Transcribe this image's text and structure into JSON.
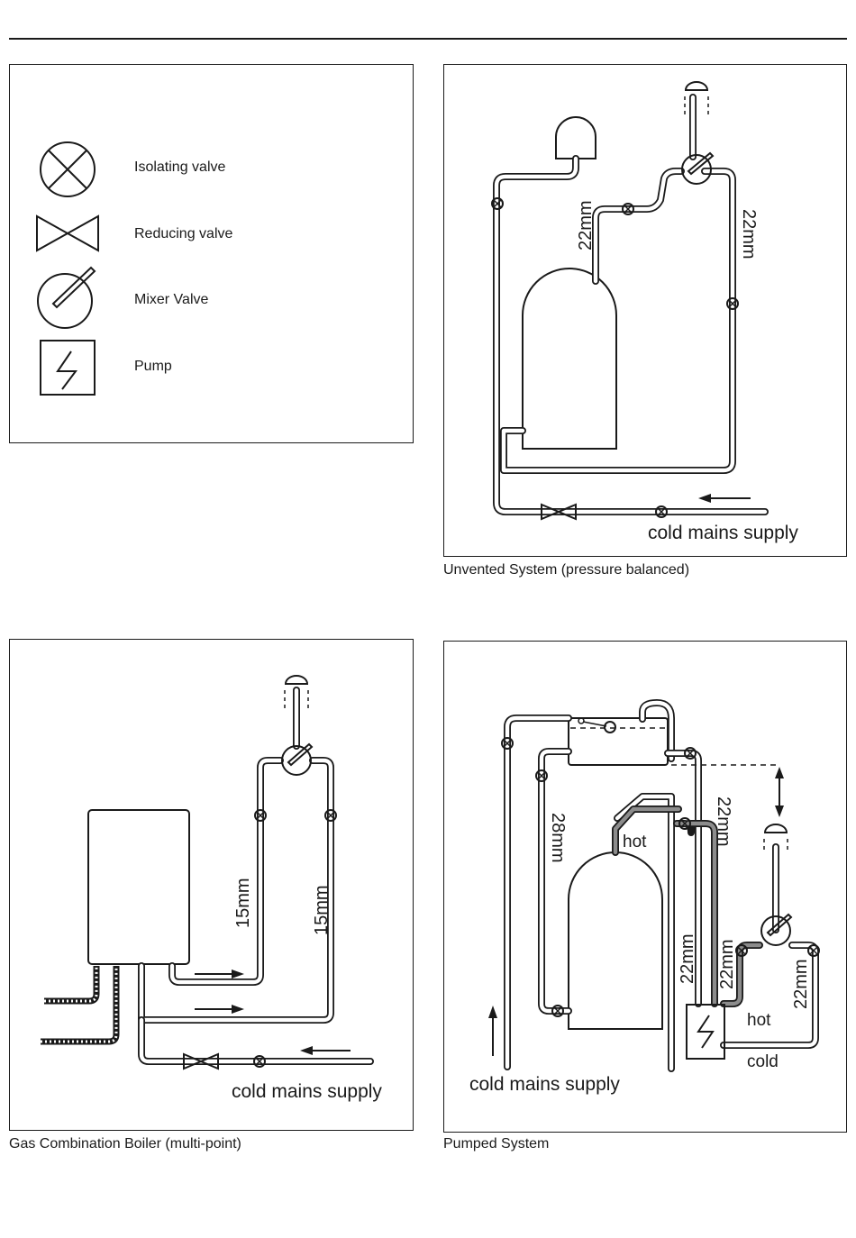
{
  "legend": {
    "items": [
      {
        "symbol": "isolating-valve",
        "label": "Isolating valve"
      },
      {
        "symbol": "reducing-valve",
        "label": "Reducing valve"
      },
      {
        "symbol": "mixer-valve",
        "label": "Mixer Valve"
      },
      {
        "symbol": "pump",
        "label": "Pump"
      }
    ]
  },
  "diagrams": {
    "unvented": {
      "caption": "Unvented System (pressure balanced)",
      "pipe_label_1": "22mm",
      "pipe_label_2": "22mm",
      "supply_label": "cold mains supply"
    },
    "combi": {
      "caption": "Gas Combination Boiler (multi-point)",
      "pipe_label_1": "15mm",
      "pipe_label_2": "15mm",
      "supply_label": "cold mains supply"
    },
    "pumped": {
      "caption": "Pumped System",
      "pipe_label_28": "28mm",
      "pipe_label_22a": "22mm",
      "pipe_label_22b": "22mm",
      "pipe_label_22c": "22mm",
      "pipe_label_22d": "22mm",
      "hot_label_1": "hot",
      "hot_label_2": "hot",
      "cold_label": "cold",
      "supply_label": "cold mains supply"
    }
  },
  "colors": {
    "ink": "#1a1a1a",
    "hot_pipe_fill": "#8c8c8c",
    "background": "#ffffff"
  }
}
